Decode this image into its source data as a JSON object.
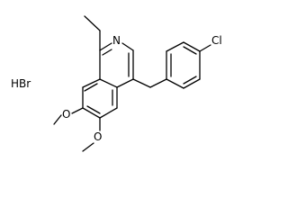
{
  "molecule": {
    "salt": "HBr",
    "atoms": {
      "nitrogen": "N",
      "chlorine": "Cl",
      "oxygen_7": "O",
      "oxygen_6": "O"
    }
  }
}
